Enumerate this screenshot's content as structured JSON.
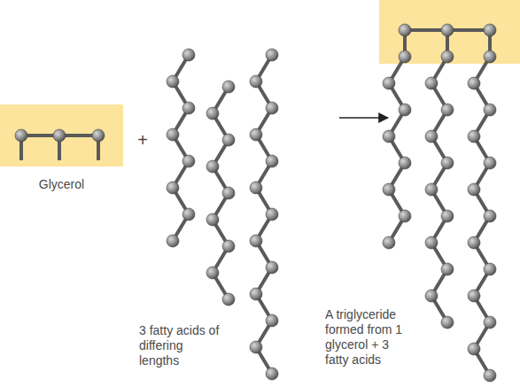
{
  "diagram": {
    "labels": [
      "Glycerol",
      "+",
      "3 fatty acids of differing lengths",
      "A triglyceride formed from 1 glycerol + 3 fatty acids"
    ]
  }
}
